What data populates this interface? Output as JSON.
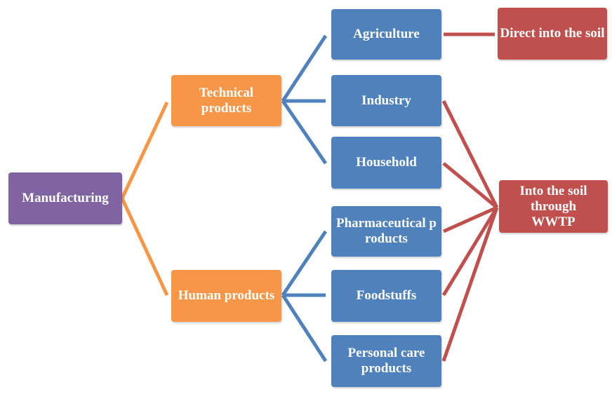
{
  "colors": {
    "root": "#8064A2",
    "level1": "#F79646",
    "level2": "#4F81BD",
    "destination": "#C0504D",
    "edge_level1": "#F79646",
    "edge_level2": "#4F81BD",
    "edge_destination": "#C0504D"
  },
  "nodes": {
    "manufacturing": "Manufacturing",
    "technical_products": "Technical products",
    "human_products": "Human products",
    "agriculture": "Agriculture",
    "industry": "Industry",
    "household": "Household",
    "pharmaceutical_products": "Pharmaceutical products",
    "foodstuffs": "Foodstuffs",
    "personal_care_products": "Personal care products",
    "direct_into_soil": "Direct into the soil",
    "into_soil_through_wwtp": "Into the soil through WWTP"
  },
  "edges": [
    {
      "from": "manufacturing",
      "to": "technical_products"
    },
    {
      "from": "manufacturing",
      "to": "human_products"
    },
    {
      "from": "technical_products",
      "to": "agriculture"
    },
    {
      "from": "technical_products",
      "to": "industry"
    },
    {
      "from": "technical_products",
      "to": "household"
    },
    {
      "from": "human_products",
      "to": "pharmaceutical_products"
    },
    {
      "from": "human_products",
      "to": "foodstuffs"
    },
    {
      "from": "human_products",
      "to": "personal_care_products"
    },
    {
      "from": "agriculture",
      "to": "direct_into_soil"
    },
    {
      "from": "industry",
      "to": "into_soil_through_wwtp"
    },
    {
      "from": "household",
      "to": "into_soil_through_wwtp"
    },
    {
      "from": "pharmaceutical_products",
      "to": "into_soil_through_wwtp"
    },
    {
      "from": "foodstuffs",
      "to": "into_soil_through_wwtp"
    },
    {
      "from": "personal_care_products",
      "to": "into_soil_through_wwtp"
    }
  ]
}
